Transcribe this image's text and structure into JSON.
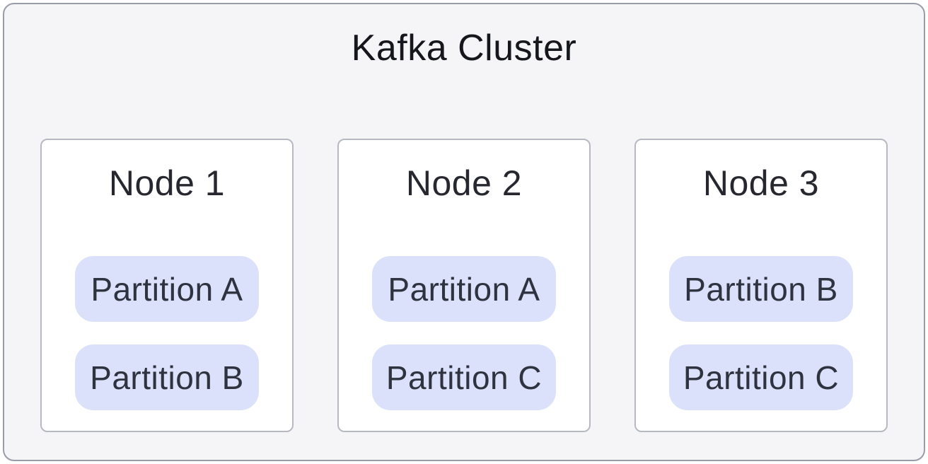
{
  "diagram": {
    "title": "Kafka Cluster",
    "nodes": [
      {
        "label": "Node 1",
        "partitions": [
          "Partition A",
          "Partition B"
        ]
      },
      {
        "label": "Node 2",
        "partitions": [
          "Partition A",
          "Partition C"
        ]
      },
      {
        "label": "Node 3",
        "partitions": [
          "Partition B",
          "Partition C"
        ]
      }
    ],
    "colors": {
      "cluster_bg": "#f5f5f7",
      "cluster_border": "#999da8",
      "node_bg": "#ffffff",
      "node_border": "#b6b9c1",
      "partition_bg": "#dbe1fa",
      "title_text": "#16171c",
      "node_text": "#26272f",
      "partition_text": "#2f3340"
    }
  }
}
